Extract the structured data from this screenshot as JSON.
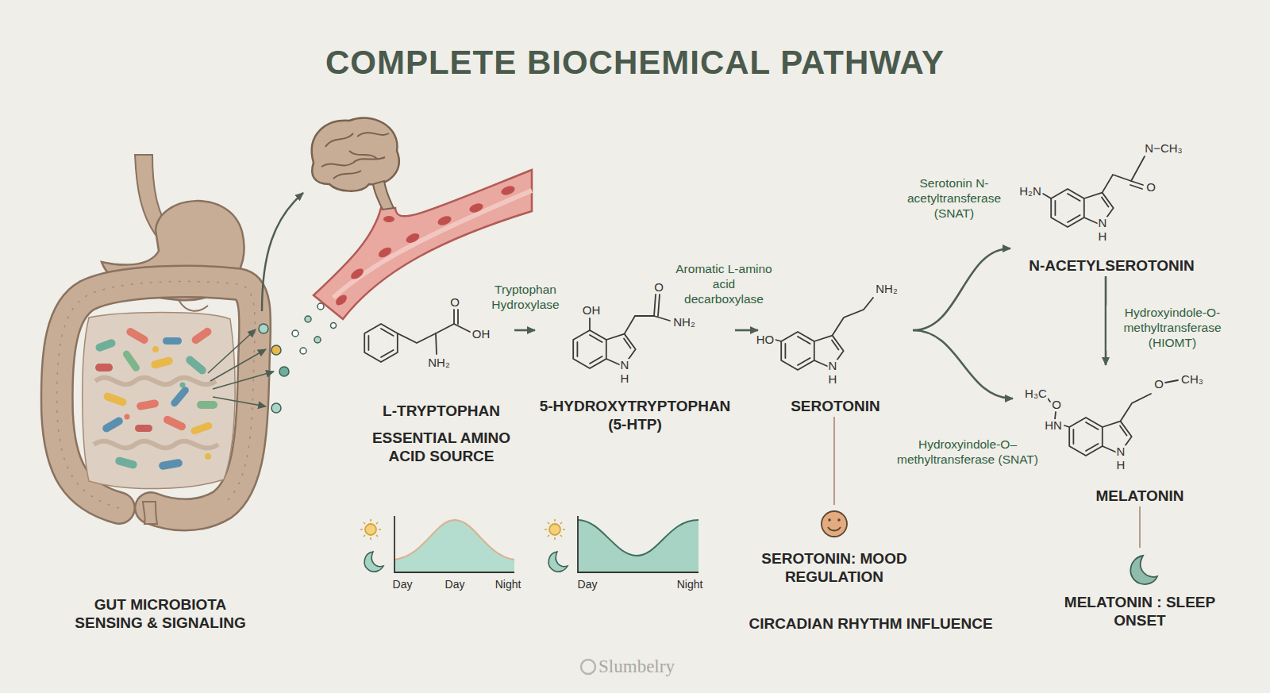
{
  "diagram": {
    "title": "COMPLETE BIOCHEMICAL PATHWAY",
    "nodes": [
      {
        "text": [
          "GUT MICROBIOTA SENSING & SIGNALING"
        ]
      },
      {
        "text": [
          "L-TRYPTOPHAN",
          "ESSENTIAL AMINO ACID SOURCE"
        ]
      },
      {
        "text": [
          "5-HYDROXYTRYPTOPHAN (5-HTP)"
        ]
      },
      {
        "text": [
          "SEROTONIN"
        ]
      },
      {
        "text": [
          "N-ACETYLSEROTONIN"
        ]
      },
      {
        "text": [
          "MELATONIN"
        ]
      },
      {
        "text": [
          "SEROTONIN: MOOD REGULATION"
        ]
      },
      {
        "text": [
          "MELATONIN : SLEEP ONSET"
        ]
      }
    ],
    "edges": [
      {
        "from": 1,
        "to": 2,
        "label": "Tryptophan Hydroxylase",
        "arrow": "to"
      },
      {
        "from": 2,
        "to": 3,
        "label": "Aromatic L-amino acid decarboxylase",
        "arrow": "to"
      },
      {
        "from": 3,
        "to": 4,
        "label": "Serotonin N-acetyltransferase (SNAT)",
        "arrow": "to"
      },
      {
        "from": 4,
        "to": 5,
        "label": "Hydroxyindole-O-methyltransferase (HIOMT)",
        "arrow": "to"
      },
      {
        "from": 3,
        "to": 5,
        "label": "Hydroxyindole-O–methyltransferase (SNAT)",
        "arrow": "to"
      },
      {
        "from": 3,
        "to": 6,
        "arrow": "none"
      },
      {
        "from": 5,
        "to": 7,
        "arrow": "none"
      }
    ],
    "labels": [
      "O",
      "OH",
      "NH₂",
      "OH",
      "O",
      "NH₂",
      "N",
      "H",
      "HO",
      "NH₂",
      "N",
      "H",
      "N−CH₃",
      "O",
      "H₂N",
      "N",
      "H",
      "H₃C",
      "O",
      "HN",
      "O",
      "CH₃",
      "N",
      "H",
      "Day",
      "Day",
      "Night",
      "Day",
      "Night",
      "CIRCADIAN RHYTHM INFLUENCE",
      "Slumbelry"
    ]
  }
}
